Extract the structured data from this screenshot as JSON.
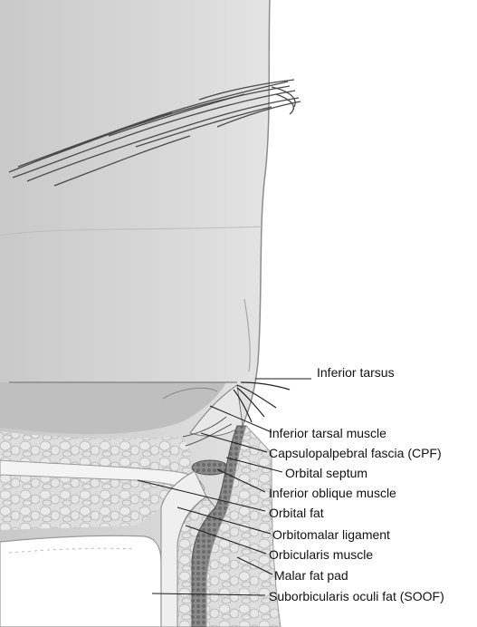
{
  "labels": {
    "inferior_tarsus": "Inferior tarsus",
    "inferior_tarsal_muscle": "Inferior tarsal muscle",
    "capsulopalpebral_fascia": "Capsulopalpebral fascia (CPF)",
    "orbital_septum": "Orbital septum",
    "inferior_oblique_muscle": "Inferior oblique muscle",
    "orbital_fat": "Orbital fat",
    "orbitomalar_ligament": "Orbitomalar ligament",
    "orbicularis_muscle": "Orbicularis muscle",
    "malar_fat_pad": "Malar fat pad",
    "soof": "Suborbicularis oculi fat (SOOF)"
  },
  "colors": {
    "skin": "#dcdcdc",
    "globe": "#c4c4c4",
    "fat": "#d9d9d9",
    "bone": "#ffffff",
    "muscle": "#7a7a7a",
    "leader_line": "#1a1a1a"
  }
}
